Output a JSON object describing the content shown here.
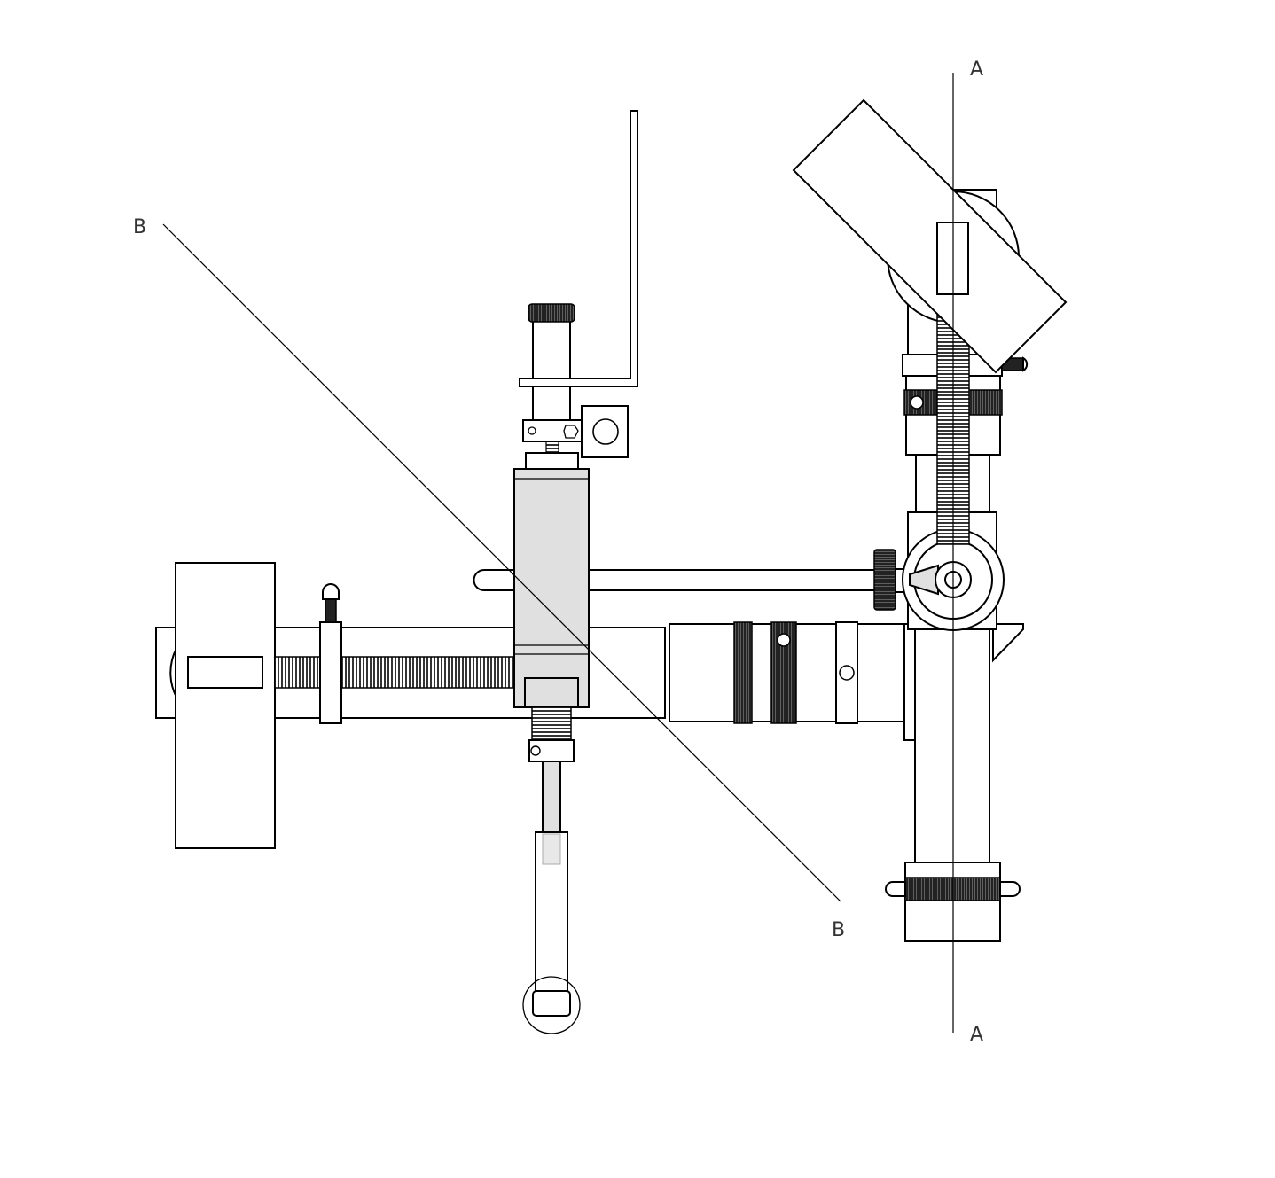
{
  "axes": {
    "a_top": "A",
    "a_bottom": "A",
    "b_top": "B",
    "b_bottom": "B"
  },
  "colors": {
    "line": "#000000",
    "fill": "#ffffff",
    "shade": "#e0e0e0",
    "knurl": "#222222",
    "label": "#333333"
  }
}
